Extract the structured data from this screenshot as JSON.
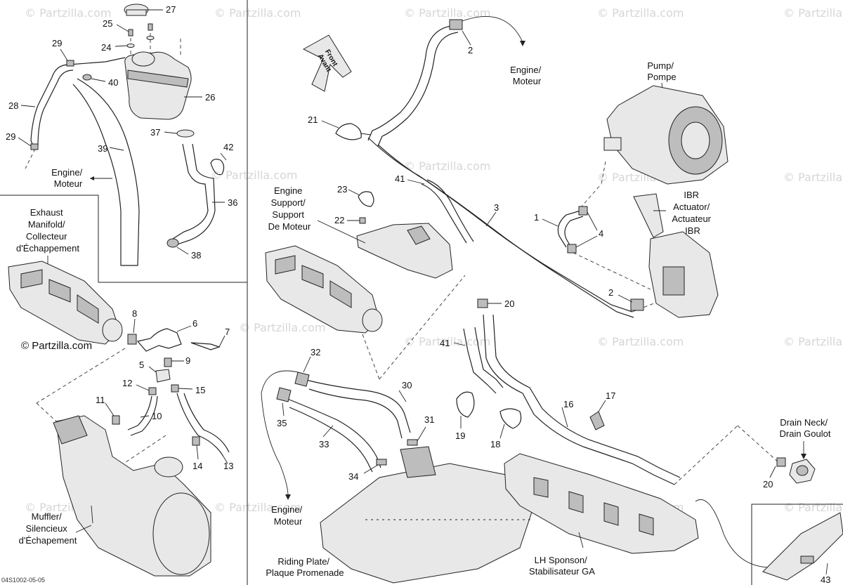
{
  "watermark": "© Partzilla.com",
  "watermark_main": "© Partzilla.com",
  "drawing_code": "04S1002-05-05",
  "labels": {
    "engine_moteur_1": [
      "Engine/",
      "Moteur"
    ],
    "engine_moteur_2": [
      "Engine/",
      "Moteur"
    ],
    "engine_moteur_3": [
      "Engine/",
      "Moteur"
    ],
    "front": [
      "Front",
      "Avant"
    ],
    "pump": [
      "Pump/",
      "Pompe"
    ],
    "ibr": [
      "IBR",
      "Actuator/",
      "Actuateur",
      "IBR"
    ],
    "engine_support": [
      "Engine",
      "Support/",
      "Support",
      "De Moteur"
    ],
    "exhaust": [
      "Exhaust",
      "Manifold/",
      "Collecteur",
      "d'Échappement"
    ],
    "muffler": [
      "Muffler/",
      "Silencieux",
      "d'Échapement"
    ],
    "riding_plate": [
      "Riding Plate/",
      "Plaque Promenade"
    ],
    "lh_sponson": [
      "LH Sponson/",
      "Stabilisateur GA"
    ],
    "drain_neck": [
      "Drain Neck/",
      "Drain Goulot"
    ]
  },
  "callouts": {
    "n1": "1",
    "n2a": "2",
    "n2b": "2",
    "n3": "3",
    "n4": "4",
    "n5": "5",
    "n6": "6",
    "n7": "7",
    "n8": "8",
    "n9": "9",
    "n10": "10",
    "n11": "11",
    "n12": "12",
    "n13": "13",
    "n14": "14",
    "n15": "15",
    "n16": "16",
    "n17": "17",
    "n18": "18",
    "n19": "19",
    "n20a": "20",
    "n20b": "20",
    "n21": "21",
    "n22": "22",
    "n23": "23",
    "n24": "24",
    "n25": "25",
    "n26": "26",
    "n27": "27",
    "n28": "28",
    "n29a": "29",
    "n29b": "29",
    "n30": "30",
    "n31": "31",
    "n32": "32",
    "n33": "33",
    "n34": "34",
    "n35": "35",
    "n36": "36",
    "n37": "37",
    "n38": "38",
    "n39": "39",
    "n40": "40",
    "n41a": "41",
    "n41b": "41",
    "n42": "42",
    "n43": "43"
  }
}
